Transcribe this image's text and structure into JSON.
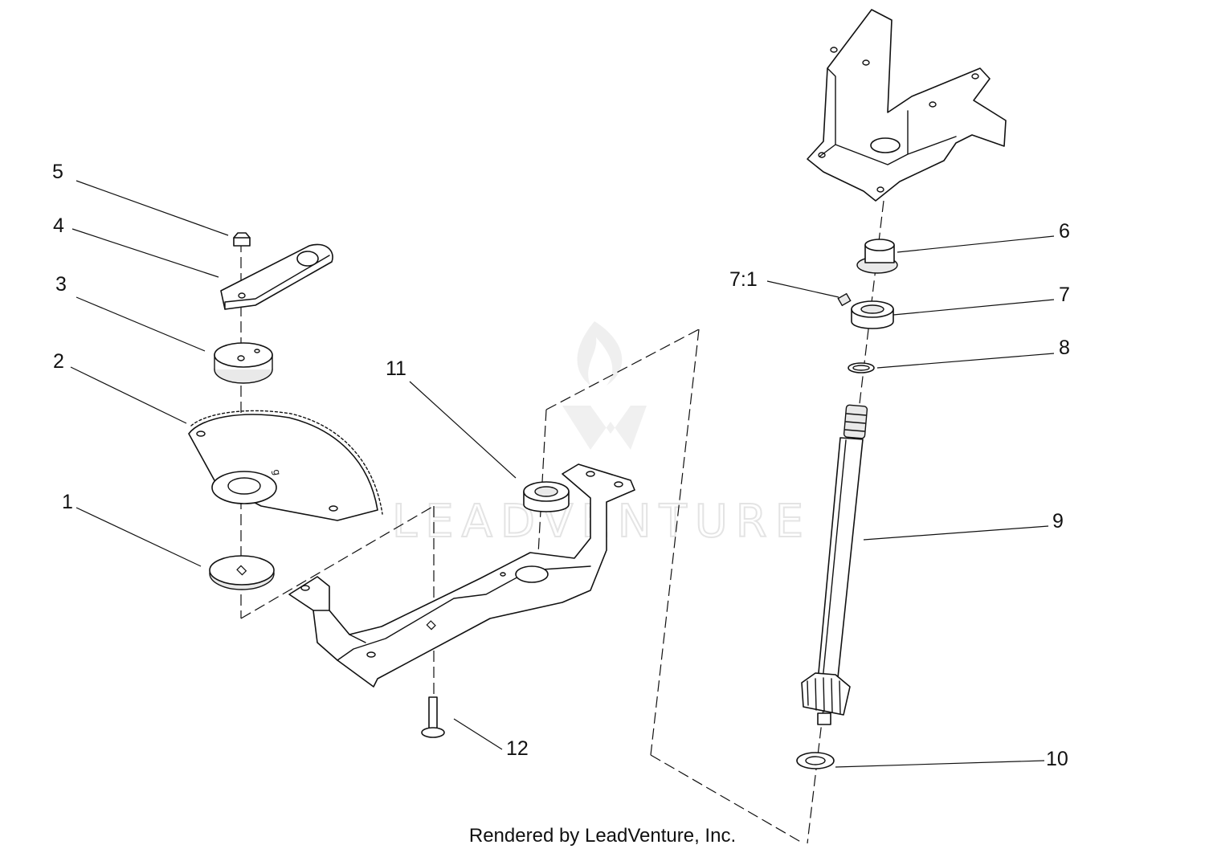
{
  "diagram": {
    "callouts": [
      "1",
      "2",
      "3",
      "4",
      "5",
      "6",
      "7:1",
      "7",
      "8",
      "9",
      "10",
      "11",
      "12"
    ],
    "watermark": "LEADVENTURE",
    "footer": "Rendered by LeadVenture, Inc."
  }
}
